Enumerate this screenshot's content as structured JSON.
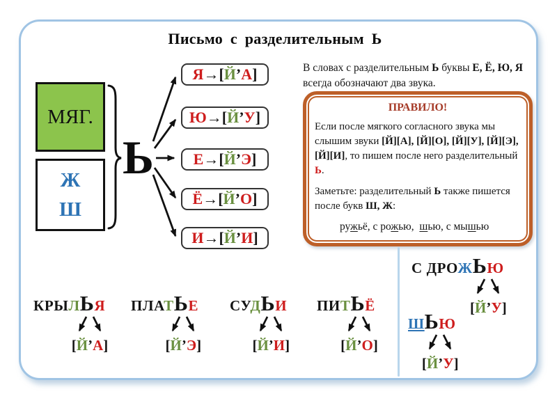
{
  "palette": {
    "red": "#ce1d1d",
    "green": "#6a9040",
    "blue": "#2e74b5",
    "darkred": "#a63b28",
    "accent_border": "#bd5f28",
    "card_border": "#a0c4e4",
    "box_green": "#8cc44c",
    "divider": "#b9d6ec"
  },
  "title": "Письмо с разделительным Ь",
  "left": {
    "soft_label": "МЯГ.",
    "hard_letters": [
      "Ж",
      "Ш"
    ],
    "soft_sign": "Ь"
  },
  "map_boxes": [
    {
      "segs": [
        {
          "t": "Я",
          "c": "red"
        },
        {
          "t": "→"
        },
        {
          "t": "["
        },
        {
          "t": "Й",
          "c": "green"
        },
        {
          "t": "’"
        },
        {
          "t": "А",
          "c": "red"
        },
        {
          "t": "]"
        }
      ]
    },
    {
      "segs": [
        {
          "t": "Ю",
          "c": "red"
        },
        {
          "t": "→"
        },
        {
          "t": "["
        },
        {
          "t": "Й",
          "c": "green"
        },
        {
          "t": "’"
        },
        {
          "t": "У",
          "c": "red"
        },
        {
          "t": "]"
        }
      ]
    },
    {
      "segs": [
        {
          "t": "Е",
          "c": "red"
        },
        {
          "t": "→"
        },
        {
          "t": "["
        },
        {
          "t": "Й",
          "c": "green"
        },
        {
          "t": "’"
        },
        {
          "t": "Э",
          "c": "red"
        },
        {
          "t": "]"
        }
      ]
    },
    {
      "segs": [
        {
          "t": "Ё",
          "c": "red"
        },
        {
          "t": "→"
        },
        {
          "t": "["
        },
        {
          "t": "Й",
          "c": "green"
        },
        {
          "t": "’"
        },
        {
          "t": "О",
          "c": "red"
        },
        {
          "t": "]"
        }
      ]
    },
    {
      "segs": [
        {
          "t": "И",
          "c": "red"
        },
        {
          "t": "→"
        },
        {
          "t": "["
        },
        {
          "t": "Й",
          "c": "green"
        },
        {
          "t": "’"
        },
        {
          "t": "И",
          "c": "red"
        },
        {
          "t": "]"
        }
      ]
    }
  ],
  "note_top": [
    {
      "t": "В словах с разделительным "
    },
    {
      "t": "Ь",
      "b": 1
    },
    {
      "t": " буквы "
    },
    {
      "t": "Е, Ё, Ю, Я",
      "b": 1
    },
    {
      "t": " всегда обозначают два звука."
    }
  ],
  "rule": {
    "title": "ПРАВИЛО!",
    "p1": [
      {
        "t": "Если после мягкого согласного звука мы слышим звуки "
      },
      {
        "t": "[Й][А], [Й][О], [Й][У], [Й][Э], [Й][И]",
        "b": 1
      },
      {
        "t": ", то пишем после него разделительный "
      },
      {
        "t": "Ь",
        "b": 1,
        "c": "red"
      },
      {
        "t": "."
      }
    ],
    "p2": [
      {
        "t": "Заметьте: разделительный "
      },
      {
        "t": "Ь",
        "b": 1
      },
      {
        "t": " также пишется после букв "
      },
      {
        "t": "Ш, Ж",
        "b": 1
      },
      {
        "t": ":"
      }
    ],
    "examples": [
      {
        "t": "ру"
      },
      {
        "t": "ж",
        "u": 1
      },
      {
        "t": "ьё, с ро"
      },
      {
        "t": "ж",
        "u": 1
      },
      {
        "t": "ью,  "
      },
      {
        "t": "ш",
        "u": 1
      },
      {
        "t": "ью, с мы"
      },
      {
        "t": "ш",
        "u": 1
      },
      {
        "t": "ью"
      }
    ]
  },
  "word_examples": [
    {
      "word": [
        {
          "t": "КРЫ"
        },
        {
          "t": "Л",
          "c": "green"
        },
        {
          "t": "Ь",
          "big": 1
        },
        {
          "t": "Я",
          "c": "red"
        }
      ],
      "sound": [
        {
          "t": "["
        },
        {
          "t": "Й",
          "c": "green"
        },
        {
          "t": "’"
        },
        {
          "t": "А",
          "c": "red"
        },
        {
          "t": "]"
        }
      ]
    },
    {
      "word": [
        {
          "t": "ПЛА"
        },
        {
          "t": "Т",
          "c": "green"
        },
        {
          "t": "Ь",
          "big": 1
        },
        {
          "t": "Е",
          "c": "red"
        }
      ],
      "sound": [
        {
          "t": "["
        },
        {
          "t": "Й",
          "c": "green"
        },
        {
          "t": "’"
        },
        {
          "t": "Э",
          "c": "red"
        },
        {
          "t": "]"
        }
      ]
    },
    {
      "word": [
        {
          "t": "СУ"
        },
        {
          "t": "Д",
          "c": "green"
        },
        {
          "t": "Ь",
          "big": 1
        },
        {
          "t": "И",
          "c": "red"
        }
      ],
      "sound": [
        {
          "t": "["
        },
        {
          "t": "Й",
          "c": "green"
        },
        {
          "t": "’"
        },
        {
          "t": "И",
          "c": "red"
        },
        {
          "t": "]"
        }
      ]
    },
    {
      "word": [
        {
          "t": "ПИ"
        },
        {
          "t": "Т",
          "c": "green"
        },
        {
          "t": "Ь",
          "big": 1
        },
        {
          "t": "Ё",
          "c": "red"
        }
      ],
      "sound": [
        {
          "t": "["
        },
        {
          "t": "Й",
          "c": "green"
        },
        {
          "t": "’"
        },
        {
          "t": "О",
          "c": "red"
        },
        {
          "t": "]"
        }
      ]
    }
  ],
  "side_examples": [
    {
      "word": [
        {
          "t": "С ДРО"
        },
        {
          "t": "Ж",
          "c": "blue"
        },
        {
          "t": "Ь",
          "big": 1
        },
        {
          "t": "Ю",
          "c": "red"
        }
      ],
      "sound": [
        {
          "t": "["
        },
        {
          "t": "Й",
          "c": "green"
        },
        {
          "t": "’"
        },
        {
          "t": "У",
          "c": "red"
        },
        {
          "t": "]"
        }
      ]
    },
    {
      "word": [
        {
          "t": "Ш",
          "c": "blue",
          "u": 1
        },
        {
          "t": "Ь",
          "big": 1
        },
        {
          "t": "Ю",
          "c": "red"
        }
      ],
      "sound": [
        {
          "t": "["
        },
        {
          "t": "Й",
          "c": "green"
        },
        {
          "t": "’"
        },
        {
          "t": "У",
          "c": "red"
        },
        {
          "t": "]"
        }
      ]
    }
  ]
}
